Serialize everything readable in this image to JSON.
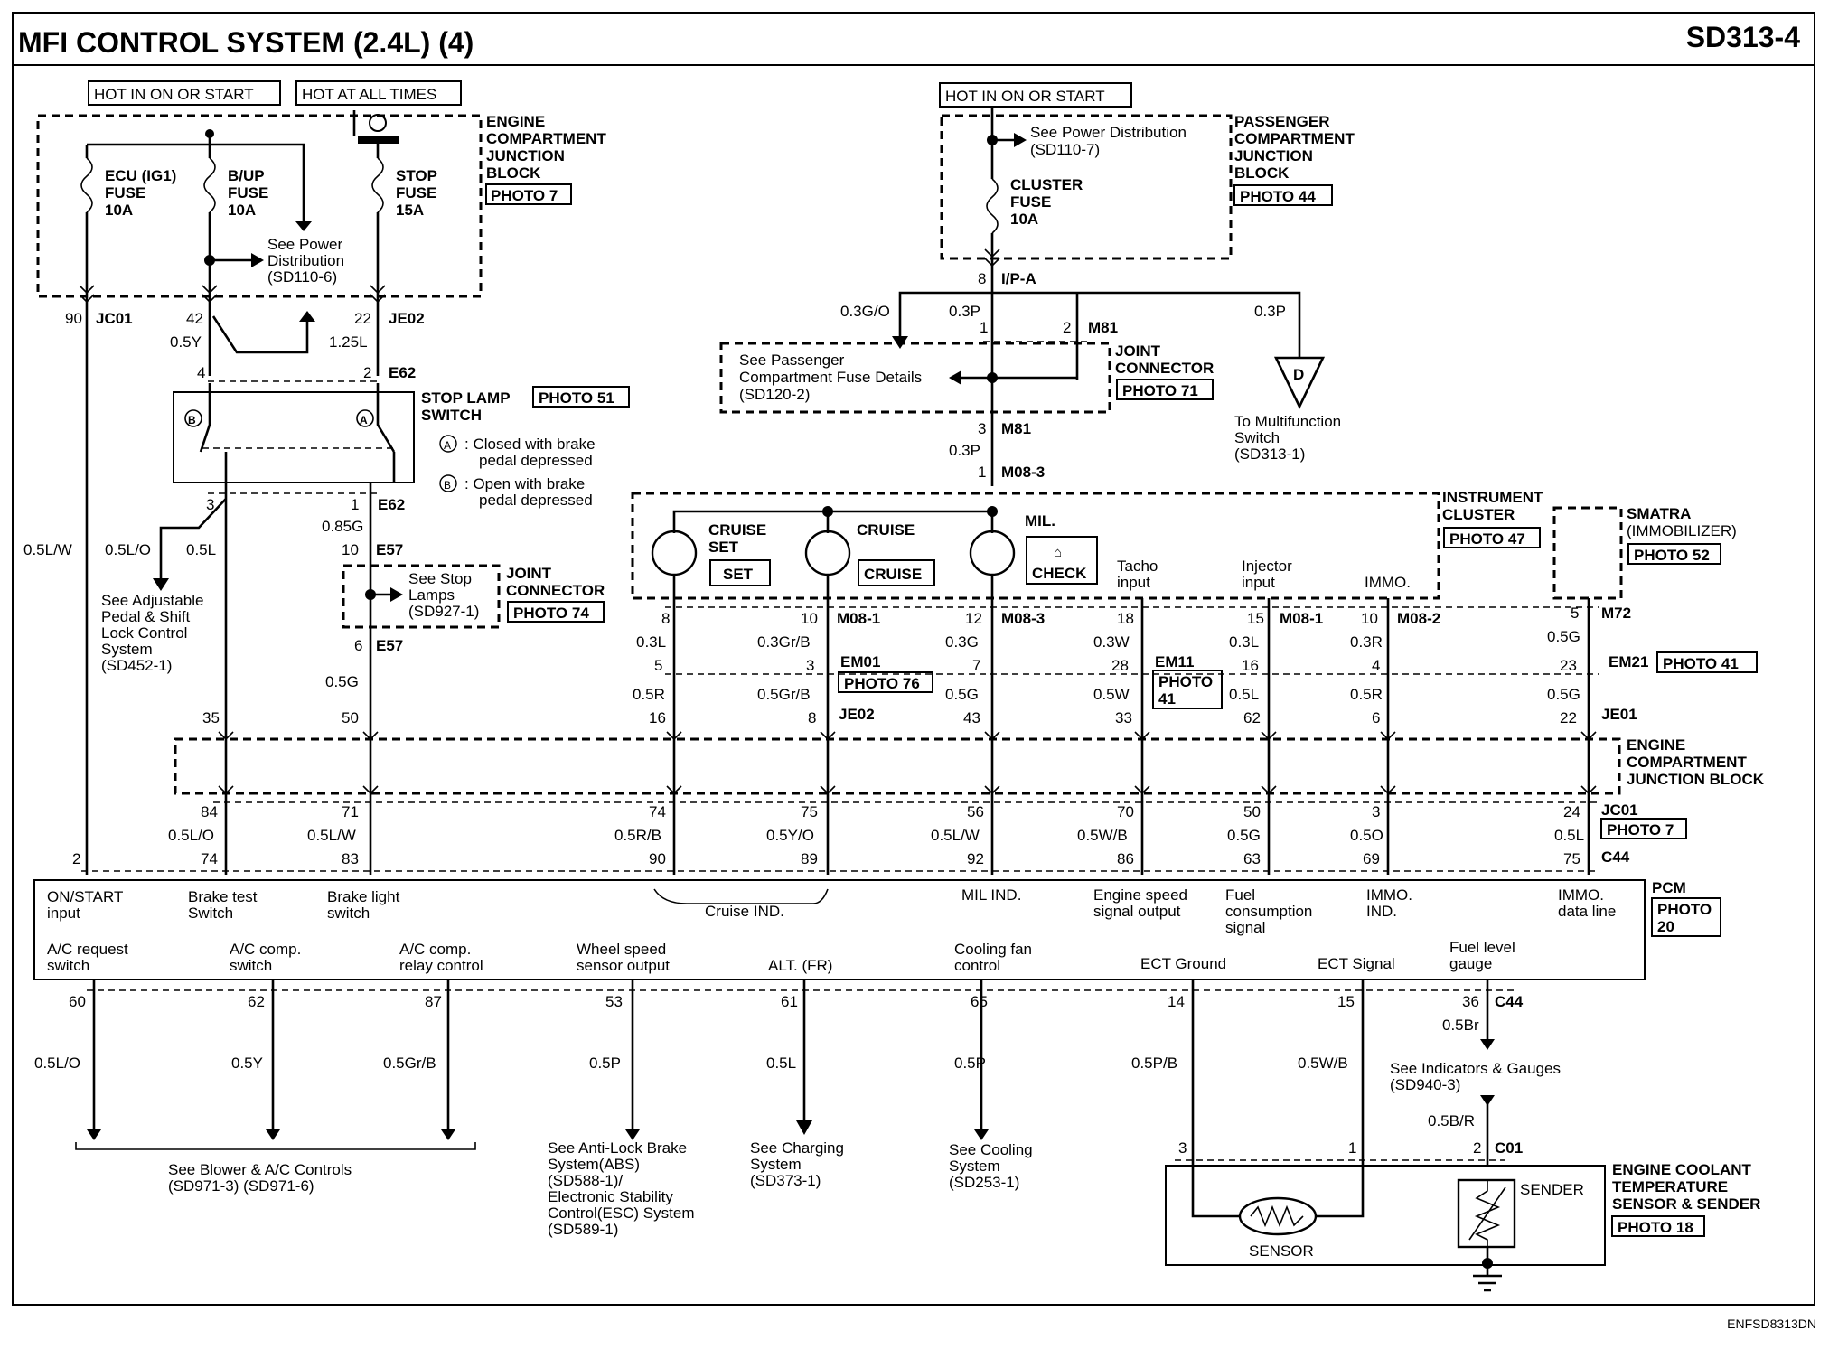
{
  "header": {
    "title": "MFI CONTROL SYSTEM (2.4L) (4)",
    "code": "SD313-4"
  },
  "footer": {
    "ref": "ENFSD8313DN"
  },
  "hot_labels": {
    "ign_left": "HOT IN ON OR START",
    "all_times": "HOT AT ALL TIMES",
    "ign_right": "HOT IN ON OR START"
  },
  "eng_jb": {
    "l1": "ENGINE",
    "l2": "COMPARTMENT",
    "l3": "JUNCTION",
    "l4": "BLOCK",
    "photo": "PHOTO 7"
  },
  "fuses": {
    "ecu_l1": "ECU (IG1)",
    "ecu_l2": "FUSE",
    "ecu_l3": "10A",
    "bup_l1": "B/UP",
    "bup_l2": "FUSE",
    "bup_l3": "10A",
    "stop_l1": "STOP",
    "stop_l2": "FUSE",
    "stop_l3": "15A",
    "clu_l1": "CLUSTER",
    "clu_l2": "FUSE",
    "clu_l3": "10A"
  },
  "power_dist_left": {
    "l1": "See Power",
    "l2": "Distribution",
    "l3": "(SD110-6)"
  },
  "power_dist_right": {
    "l1": "See Power Distribution",
    "l2": "(SD110-7)"
  },
  "pass_jb": {
    "l1": "PASSENGER",
    "l2": "COMPARTMENT",
    "l3": "JUNCTION",
    "l4": "BLOCK",
    "photo": "PHOTO 44"
  },
  "ipa": "I/P-A",
  "pins": {
    "p90": "90",
    "jc01": "JC01",
    "p42": "42",
    "p22": "22",
    "je02": "JE02",
    "p4": "4",
    "p2": "2",
    "e62": "E62",
    "p3": "3",
    "p1": "1",
    "e62b": "E62",
    "p10": "10",
    "e57": "E57",
    "p6": "6",
    "e57b": "E57",
    "p35": "35",
    "p50": "50",
    "ipa8": "8",
    "m81_1": "1",
    "m81_2": "2",
    "m81": "M81",
    "m81_3": "3",
    "m81b": "M81",
    "m08_1": "1",
    "m08_3": "M08-3"
  },
  "wire_labels": {
    "y05": "0.5Y",
    "l125": "1.25L",
    "g085": "0.85G",
    "g05": "0.5G",
    "lw05": "0.5L/W",
    "lo05": "0.5L/O",
    "l05": "0.5L",
    "g03o": "0.3G/O",
    "p03a": "0.3P",
    "p03b": "0.3P",
    "p03c": "0.3P"
  },
  "stop_lamp": {
    "l1": "STOP LAMP",
    "l2": "SWITCH",
    "photo": "PHOTO 51",
    "a": "A",
    "b": "B",
    "note_a1": ": Closed with brake",
    "note_a2": "pedal depressed",
    "note_b1": ": Open with brake",
    "note_b2": "pedal depressed"
  },
  "adj_pedal": {
    "l1": "See Adjustable",
    "l2": "Pedal & Shift",
    "l3": "Lock Control",
    "l4": "System",
    "l5": "(SD452-1)"
  },
  "stop_lamps_ref": {
    "l1": "See Stop",
    "l2": "Lamps",
    "l3": "(SD927-1)"
  },
  "joint74": {
    "l1": "JOINT",
    "l2": "CONNECTOR",
    "photo": "PHOTO 74"
  },
  "joint71": {
    "l1": "JOINT",
    "l2": "CONNECTOR",
    "photo": "PHOTO 71"
  },
  "pass_fuse": {
    "l1": "See Passenger",
    "l2": "Compartment Fuse Details",
    "l3": "(SD120-2)"
  },
  "multi": {
    "d": "D",
    "l1": "To Multifunction",
    "l2": "Switch",
    "l3": "(SD313-1)"
  },
  "cluster": {
    "l1": "INSTRUMENT",
    "l2": "CLUSTER",
    "photo": "PHOTO 47",
    "cs1": "CRUISE",
    "cs2": "SET",
    "set": "SET",
    "cr": "CRUISE",
    "cr_btn": "CRUISE",
    "mil": "MIL.",
    "check": "CHECK",
    "tacho1": "Tacho",
    "tacho2": "input",
    "inj1": "Injector",
    "inj2": "input",
    "immo": "IMMO."
  },
  "smatra": {
    "l1": "SMATRA",
    "l2": "(IMMOBILIZER)",
    "photo": "PHOTO 52"
  },
  "cluster_conn": {
    "c1": "M08-1",
    "c2": "EM01",
    "c3": "JE02",
    "c4": "M08-3",
    "c5": "EM11",
    "c6": "M08-1",
    "c7": "M08-2",
    "c8": "M72",
    "c9": "EM21",
    "c10": "JE01",
    "photo76": "PHOTO 76",
    "photo41a": "PHOTO",
    "photo41b": "41",
    "photo41c": "PHOTO 41"
  },
  "columns": [
    {
      "top": "8",
      "w1": "0.3L",
      "m": "5",
      "w2": "0.5R",
      "b": "16"
    },
    {
      "top": "10",
      "w1": "0.3Gr/B",
      "m": "3",
      "w2": "0.5Gr/B",
      "b": "8"
    },
    {
      "top": "12",
      "w1": "0.3G",
      "m": "7",
      "w2": "0.5G",
      "b": "43"
    },
    {
      "top": "18",
      "w1": "0.3W",
      "m": "28",
      "w2": "0.5W",
      "b": "33"
    },
    {
      "top": "15",
      "w1": "0.3L",
      "m": "16",
      "w2": "0.5L",
      "b": "62"
    },
    {
      "top": "10",
      "w1": "0.3R",
      "m": "4",
      "w2": "0.5R",
      "b": "6"
    },
    {
      "top": "5",
      "w1": "0.5G",
      "m": "23",
      "w2": "0.5G",
      "b": "22"
    }
  ],
  "eng_jb2": {
    "l1": "ENGINE",
    "l2": "COMPARTMENT",
    "l3": "JUNCTION BLOCK",
    "jc01": "JC01",
    "photo": "PHOTO 7",
    "c44": "C44"
  },
  "lower_pins": [
    {
      "a": "84",
      "w": "0.5L/O",
      "b": "74"
    },
    {
      "a": "71",
      "w": "0.5L/W",
      "b": "83"
    },
    {
      "a": "74",
      "w": "0.5R/B",
      "b": "90"
    },
    {
      "a": "75",
      "w": "0.5Y/O",
      "b": "89"
    },
    {
      "a": "56",
      "w": "0.5L/W",
      "b": "92"
    },
    {
      "a": "70",
      "w": "0.5W/B",
      "b": "86"
    },
    {
      "a": "50",
      "w": "0.5G",
      "b": "63"
    },
    {
      "a": "3",
      "w": "0.5O",
      "b": "69"
    },
    {
      "a": "24",
      "w": "0.5L",
      "b": "75"
    }
  ],
  "pcm": {
    "pin2": "2",
    "label": "PCM",
    "photo1": "PHOTO",
    "photo2": "20",
    "on1": "ON/START",
    "on2": "input",
    "bt1": "Brake test",
    "bt2": "Switch",
    "bl1": "Brake light",
    "bl2": "switch",
    "cruise_ind": "Cruise IND.",
    "mil_ind": "MIL IND.",
    "es1": "Engine speed",
    "es2": "signal output",
    "fc1": "Fuel",
    "fc2": "consumption",
    "fc3": "signal",
    "im1": "IMMO.",
    "im2": "IND.",
    "id1": "IMMO.",
    "id2": "data line",
    "ac1": "A/C request",
    "ac2": "switch",
    "acc1": "A/C comp.",
    "acc2": "switch",
    "acr1": "A/C comp.",
    "acr2": "relay control",
    "ws1": "Wheel speed",
    "ws2": "sensor output",
    "alt": "ALT. (FR)",
    "cf1": "Cooling fan",
    "cf2": "control",
    "ectg": "ECT Ground",
    "ects": "ECT Signal",
    "fl1": "Fuel level",
    "fl2": "gauge"
  },
  "bottom_pins": [
    {
      "p": "60",
      "w": "0.5L/O"
    },
    {
      "p": "62",
      "w": "0.5Y"
    },
    {
      "p": "87",
      "w": "0.5Gr/B"
    },
    {
      "p": "53",
      "w": "0.5P"
    },
    {
      "p": "61",
      "w": "0.5L"
    },
    {
      "p": "65",
      "w": "0.5P"
    },
    {
      "p": "14",
      "w": "0.5P/B"
    },
    {
      "p": "15",
      "w": "0.5W/B"
    },
    {
      "p": "36",
      "w": "0.5Br"
    }
  ],
  "c44b": "C44",
  "refs": {
    "blower1": "See Blower & A/C Controls",
    "blower2": "(SD971-3) (SD971-6)",
    "abs1": "See Anti-Lock Brake",
    "abs2": "System(ABS)",
    "abs3": "(SD588-1)/",
    "abs4": "Electronic Stability",
    "abs5": "Control(ESC) System",
    "abs6": "(SD589-1)",
    "chg1": "See Charging",
    "chg2": "System",
    "chg3": "(SD373-1)",
    "cool1": "See Cooling",
    "cool2": "System",
    "cool3": "(SD253-1)",
    "ind1": "See Indicators & Gauges",
    "ind2": "(SD940-3)"
  },
  "ect": {
    "w": "0.5B/R",
    "p3": "3",
    "p1": "1",
    "p2": "2",
    "c01": "C01",
    "sensor": "SENSOR",
    "sender": "SENDER",
    "l1": "ENGINE COOLANT",
    "l2": "TEMPERATURE",
    "l3": "SENSOR & SENDER",
    "photo": "PHOTO 18"
  }
}
